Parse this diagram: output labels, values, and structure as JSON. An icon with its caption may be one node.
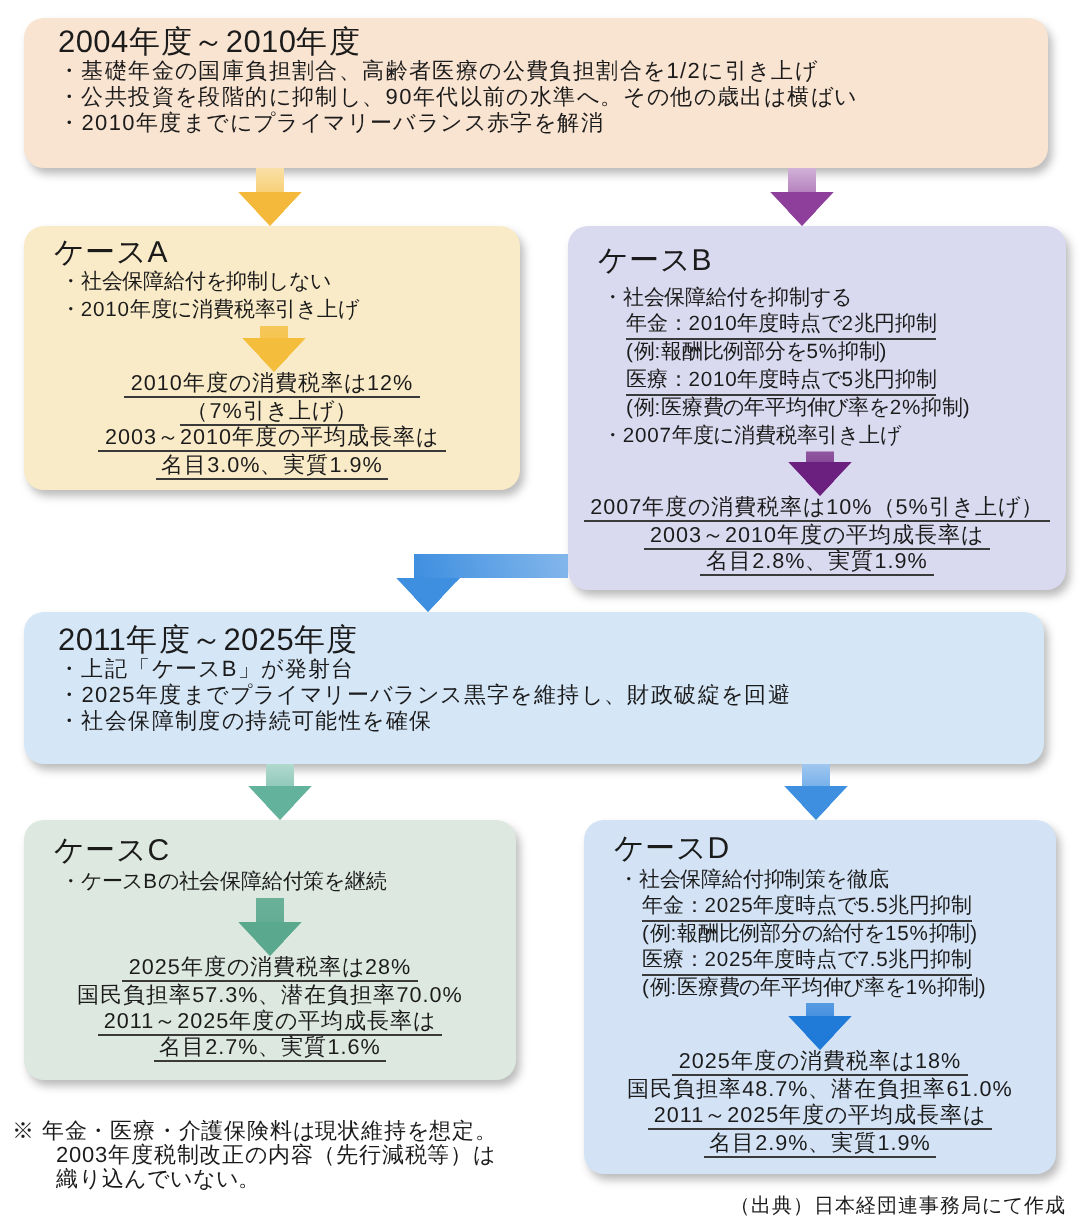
{
  "diagram": {
    "nodes": [
      {
        "text": [
          "2004年度～2010年度",
          "・基礎年金の国庫負担割合、高齢者医療の公費負担割合を1/2に引き上げ",
          "・公共投資を段階的に抑制し、90年代以前の水準へ。その他の歳出は横ばい",
          "・2010年度までにプライマリーバランス赤字を解消"
        ]
      },
      {
        "text": [
          "ケースA"
        ]
      },
      {
        "text": [
          "・社会保障給付を抑制しない",
          "・2010年度に消費税率引き上げ"
        ],
        "in": 1
      },
      {
        "text": [
          "2010年度の消費税率は12%",
          "（7%引き上げ）",
          "2003～2010年度の平均成長率は",
          "名目3.0%、実質1.9%"
        ],
        "in": 1
      },
      {
        "text": [
          "ケースB"
        ]
      },
      {
        "text": [
          "・社会保障給付を抑制する",
          "年金：2010年度時点で2兆円抑制",
          "(例:報酬比例部分を5%抑制)",
          "医療：2010年度時点で5兆円抑制",
          "(例:医療費の年平均伸び率を2%抑制)",
          "・2007年度に消費税率引き上げ"
        ],
        "in": 4
      },
      {
        "text": [
          "2007年度の消費税率は10%（5%引き上げ）",
          "2003～2010年度の平均成長率は",
          "名目2.8%、実質1.9%"
        ],
        "in": 4
      },
      {
        "text": [
          "2011年度～2025年度",
          "・上記「ケースB」が発射台",
          "・2025年度までプライマリーバランス黒字を維持し、財政破綻を回避",
          "・社会保障制度の持続可能性を確保"
        ]
      },
      {
        "text": [
          "ケースC"
        ]
      },
      {
        "text": [
          "・ケースBの社会保障給付策を継続"
        ],
        "in": 8
      },
      {
        "text": [
          "2025年度の消費税率は28%",
          "国民負担率57.3%、潜在負担率70.0%",
          "2011～2025年度の平均成長率は",
          "名目2.7%、実質1.6%"
        ],
        "in": 8
      },
      {
        "text": [
          "ケースD"
        ]
      },
      {
        "text": [
          "・社会保障給付抑制策を徹底",
          "年金：2025年度時点で5.5兆円抑制",
          "(例:報酬比例部分の給付を15%抑制)",
          "医療：2025年度時点で7.5兆円抑制",
          "(例:医療費の年平均伸び率を1%抑制)"
        ],
        "in": 11
      },
      {
        "text": [
          "2025年度の消費税率は18%",
          "国民負担率48.7%、潜在負担率61.0%",
          "2011～2025年度の平均成長率は",
          "名目2.9%、実質1.9%"
        ],
        "in": 11
      }
    ],
    "edges": [
      {
        "from": 0,
        "to": 1,
        "arrow": "to",
        "style": "thick",
        "color": "#f4b93a"
      },
      {
        "from": 0,
        "to": 4,
        "arrow": "to",
        "style": "thick",
        "color": "#8e3f9c"
      },
      {
        "from": 2,
        "to": 3,
        "arrow": "to",
        "style": "thick",
        "color": "#f4bd3c"
      },
      {
        "from": 5,
        "to": 6,
        "arrow": "to",
        "style": "thick",
        "color": "#6b1f7f"
      },
      {
        "from": 4,
        "to": 7,
        "arrow": "to",
        "style": "thick",
        "color": "#3f8fe0"
      },
      {
        "from": 7,
        "to": 8,
        "arrow": "to",
        "style": "thick",
        "color": "#62b29c"
      },
      {
        "from": 7,
        "to": 11,
        "arrow": "to",
        "style": "thick",
        "color": "#3f8fe0"
      },
      {
        "from": 9,
        "to": 10,
        "arrow": "to",
        "style": "thick",
        "color": "#5aa88e"
      },
      {
        "from": 12,
        "to": 13,
        "arrow": "to",
        "style": "thick",
        "color": "#1f7ad8"
      }
    ],
    "labels": [
      "※ 年金・医療・介護保険料は現状維持を想定。2003年度税制改正の内容（先行減税等）は織り込んでいない。",
      "（出典）日本経団連事務局にて作成"
    ]
  }
}
